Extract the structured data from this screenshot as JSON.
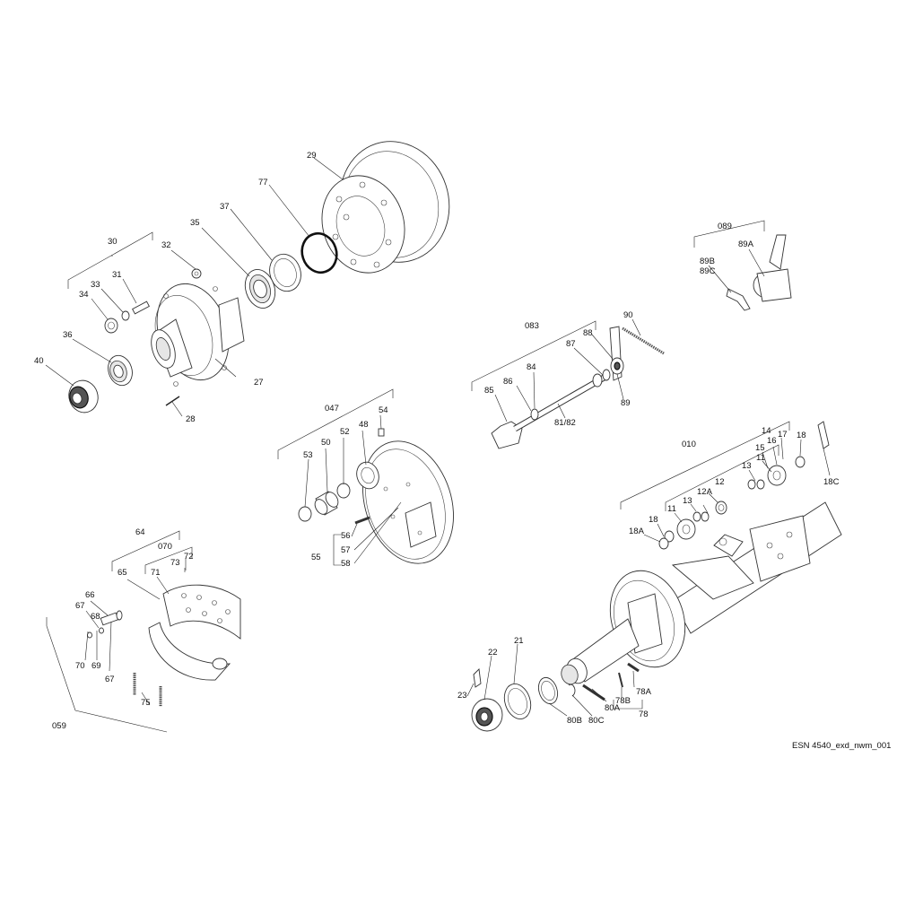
{
  "drawing_ref": "ESN 4540_exd_nwm_001",
  "labels": {
    "l29": "29",
    "l77": "77",
    "l37": "37",
    "l35": "35",
    "l30": "30",
    "l32": "32",
    "l31": "31",
    "l33": "33",
    "l34": "34",
    "l36": "36",
    "l40": "40",
    "l27": "27",
    "l28": "28",
    "l089": "089",
    "l89A": "89A",
    "l89B": "89B",
    "l89C": "89C",
    "l083": "083",
    "l90": "90",
    "l88": "88",
    "l87": "87",
    "l84": "84",
    "l86": "86",
    "l85": "85",
    "l8182": "81/82",
    "l89": "89",
    "l047": "047",
    "l54": "54",
    "l48": "48",
    "l52": "52",
    "l50": "50",
    "l53": "53",
    "l56": "56",
    "l55": "55",
    "l57": "57",
    "l58": "58",
    "l14": "14",
    "l17": "17",
    "l16": "16",
    "l18": "18",
    "l15": "15",
    "l010": "010",
    "l11a": "11",
    "l13a": "13",
    "l12": "12",
    "l18C": "18C",
    "l12A": "12A",
    "l13b": "13",
    "l11b": "11",
    "l18b": "18",
    "l18A": "18A",
    "l64": "64",
    "l070": "070",
    "l72": "72",
    "l73": "73",
    "l65": "65",
    "l71": "71",
    "l66": "66",
    "l67a": "67",
    "l68": "68",
    "l70": "70",
    "l69": "69",
    "l67b": "67",
    "l75": "75",
    "l059": "059",
    "l22": "22",
    "l21": "21",
    "l23": "23",
    "l80B": "80B",
    "l80C": "80C",
    "l80A": "80A",
    "l78A": "78A",
    "l78B": "78B",
    "l78": "78"
  }
}
